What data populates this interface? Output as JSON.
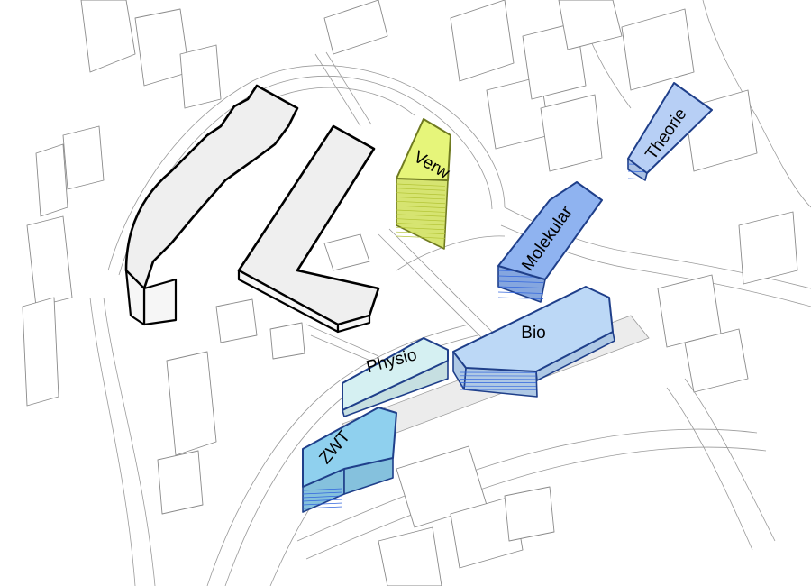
{
  "buildings": [
    {
      "id": "verw",
      "label": "Verw",
      "color": "#e6f57a",
      "stroke": "#6f7a20"
    },
    {
      "id": "molekular",
      "label": "Molekular",
      "color": "#8fb3f0",
      "stroke": "#1f3f8a"
    },
    {
      "id": "theorie",
      "label": "Theorie",
      "color": "#b7cff5",
      "stroke": "#1f3f8a"
    },
    {
      "id": "bio",
      "label": "Bio",
      "color": "#bcd8f6",
      "stroke": "#1f3f8a"
    },
    {
      "id": "physio",
      "label": "Physio",
      "color": "#d5f0f2",
      "stroke": "#1f3f8a"
    },
    {
      "id": "zwt",
      "label": "ZWT",
      "color": "#8fd0ee",
      "stroke": "#1f3f8a"
    }
  ]
}
